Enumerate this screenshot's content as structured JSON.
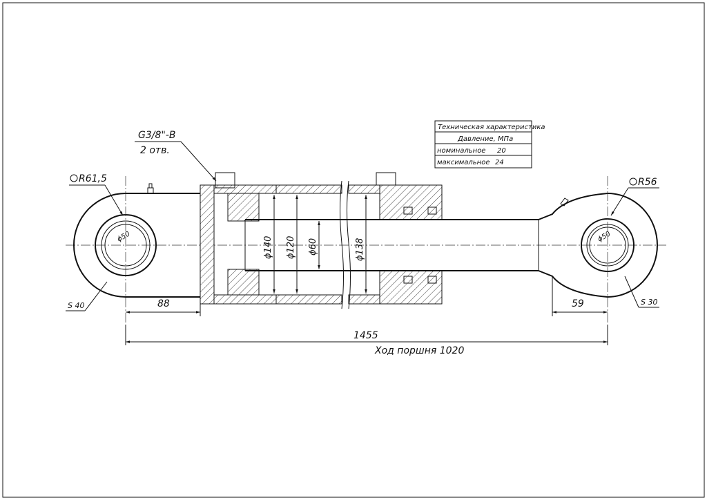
{
  "spec_table": {
    "title": "Техническая характеристика",
    "subtitle": "Давление, МПа",
    "rows": [
      {
        "label": "номинальное",
        "value": "20"
      },
      {
        "label": "максимальное",
        "value": "24"
      }
    ]
  },
  "annotations": {
    "port_thread": "G3/8\"-B",
    "port_count": "2 отв.",
    "left_radius": "R61,5",
    "right_radius": "R56",
    "left_bore": "ϕ50",
    "right_bore": "ϕ50",
    "left_width": "S 40",
    "right_width": "S 30",
    "dia_140": "ϕ140",
    "dia_120": "ϕ120",
    "dia_60": "ϕ60",
    "dia_138": "ϕ138"
  },
  "dimensions": {
    "left_eye_offset": "88",
    "right_eye_offset": "59",
    "total_length": "1455",
    "stroke": "Ход поршня 1020"
  }
}
